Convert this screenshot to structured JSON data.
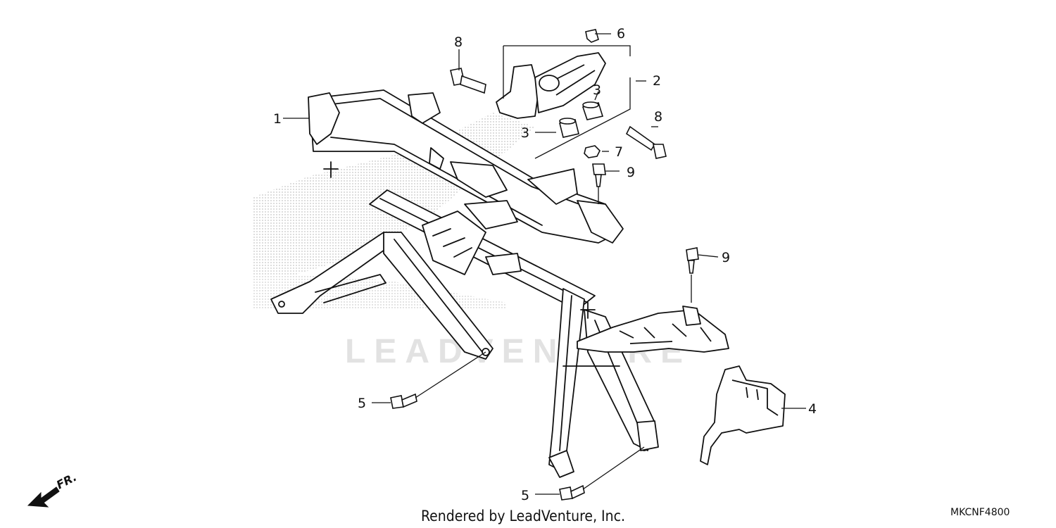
{
  "callouts": [
    "1",
    "2",
    "3",
    "3",
    "4",
    "5",
    "5",
    "6",
    "7",
    "8",
    "8",
    "9",
    "9"
  ],
  "footer_text": "Rendered by LeadVenture, Inc.",
  "diagram_code": "MKCNF4800",
  "direction_label": "FR.",
  "watermark": "LEADVENTURE",
  "colors": {
    "line": "#111111",
    "stipple": "#9a9a9a",
    "watermark": "#e2e2e2"
  }
}
